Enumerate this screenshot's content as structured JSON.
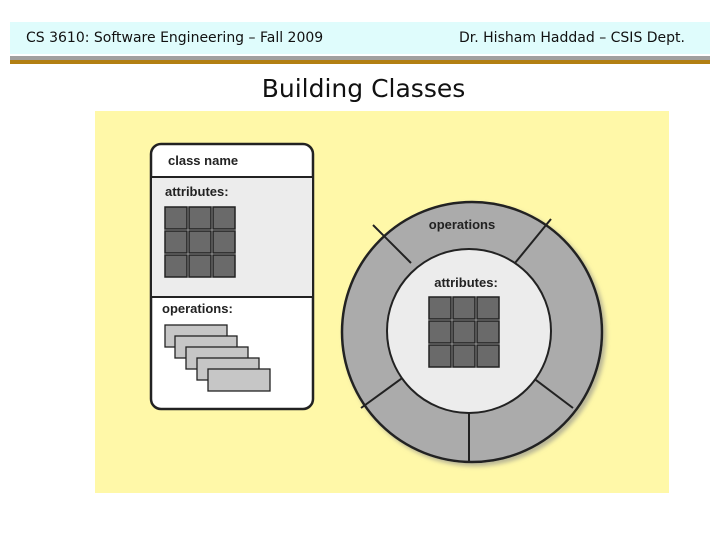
{
  "header": {
    "left_text": "CS 3610: Software Engineering – Fall 2009",
    "right_text": "Dr. Hisham Haddad – CSIS Dept.",
    "rule_colors": [
      "#a0a0a0",
      "#b27f12"
    ]
  },
  "slide": {
    "title": "Building  Classes",
    "panel_color": "#fff8a8"
  },
  "class_box": {
    "name_label": "class name",
    "attributes_label": "attributes:",
    "operations_label": "operations:"
  },
  "circle": {
    "operations_label": "operations",
    "attributes_label": "attributes:"
  }
}
